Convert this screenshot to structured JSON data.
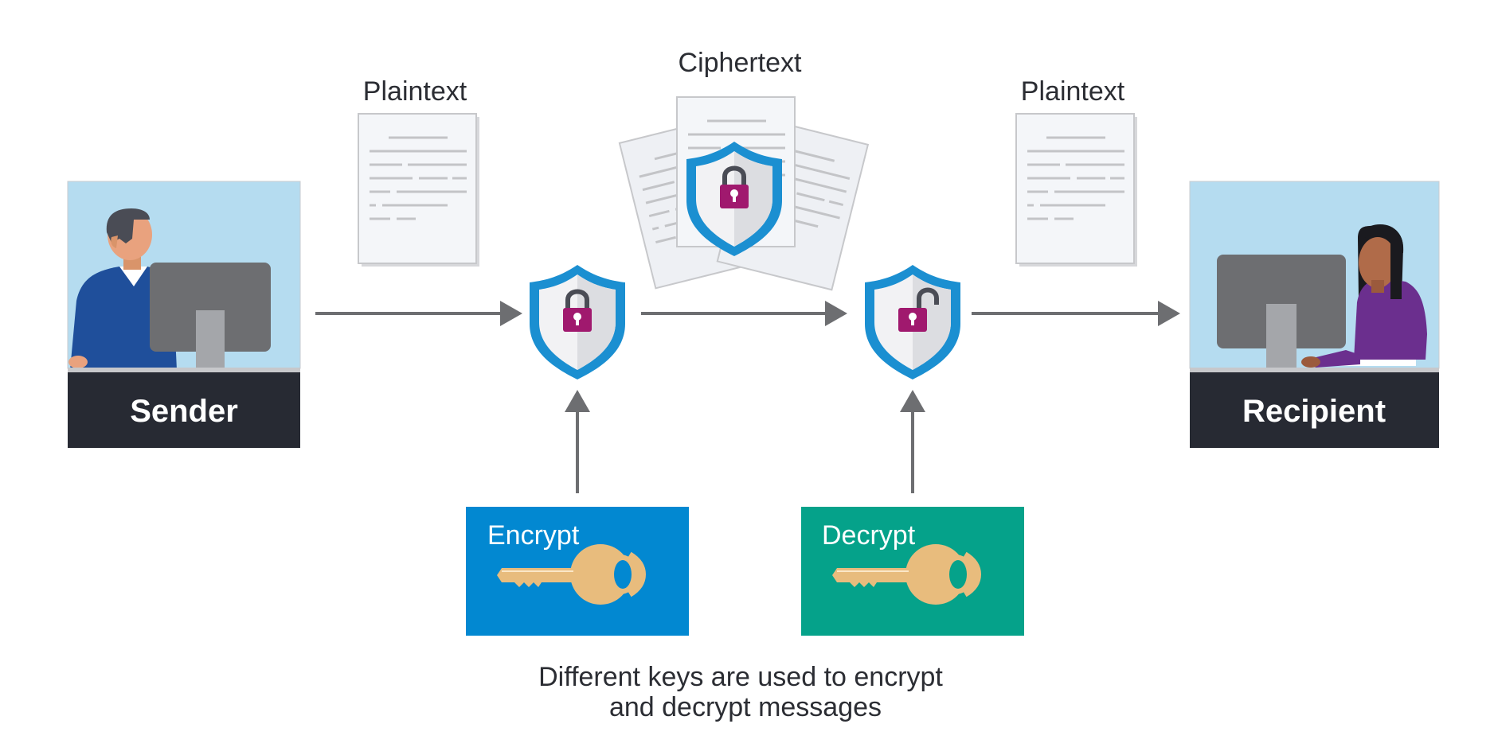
{
  "sender": {
    "label": "Sender"
  },
  "recipient": {
    "label": "Recipient"
  },
  "documents": {
    "plaintext_left": "Plaintext",
    "ciphertext": "Ciphertext",
    "plaintext_right": "Plaintext"
  },
  "keys": {
    "encrypt_label": "Encrypt",
    "decrypt_label": "Decrypt"
  },
  "caption": {
    "line1": "Different keys are used to encrypt",
    "line2": "and decrypt messages"
  },
  "colors": {
    "sky": "#b5dcf0",
    "dark_panel": "#272a33",
    "arrow": "#6d6e71",
    "encrypt_bg": "#0288d1",
    "decrypt_bg": "#05a28a",
    "key": "#e8bc7d",
    "lock": "#a0196e",
    "shield_blue": "#1b8fd1"
  }
}
